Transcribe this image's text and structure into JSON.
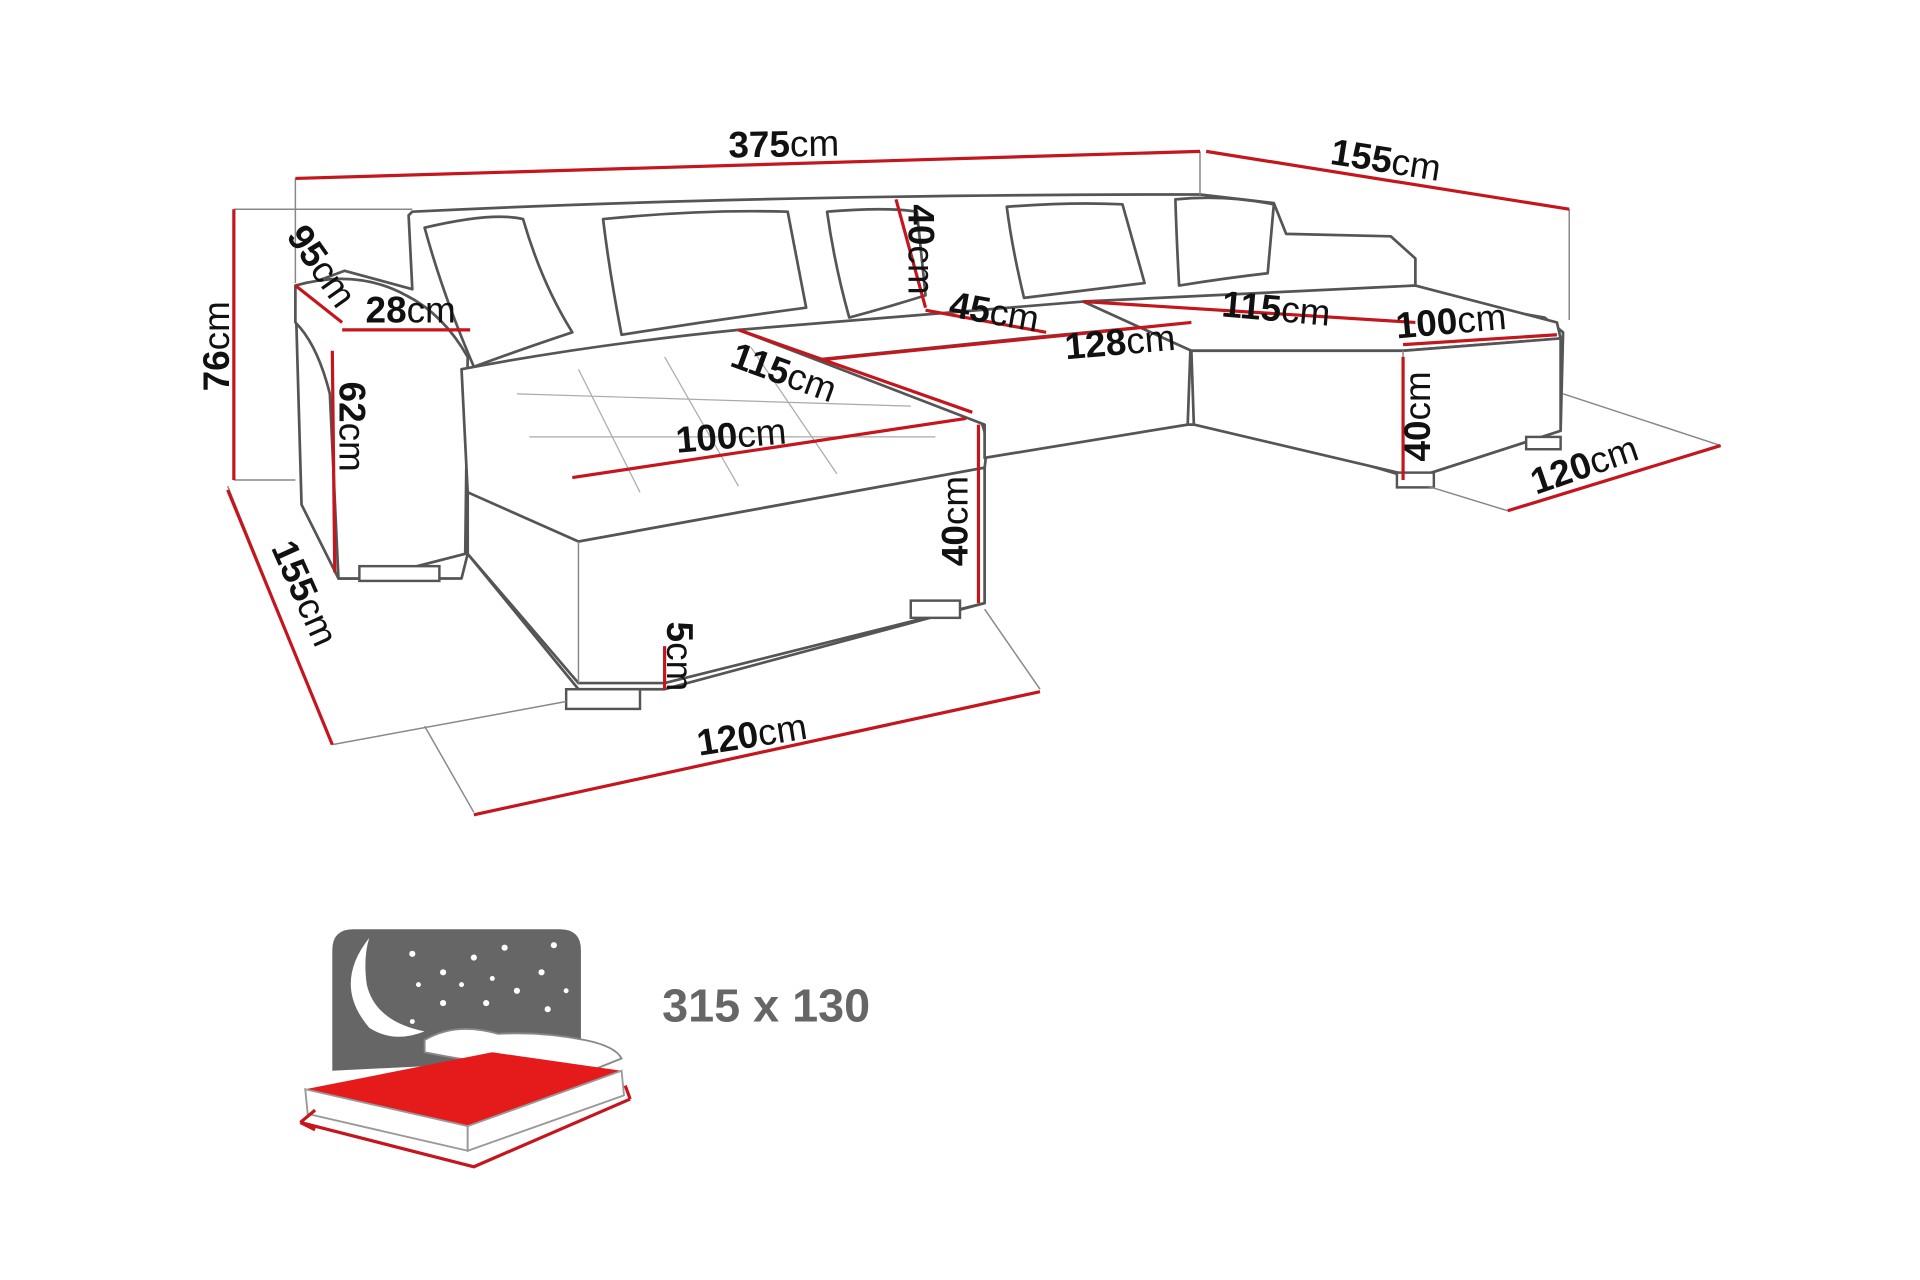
{
  "unit": "cm",
  "dimensions": {
    "total_width": "375",
    "right_depth": "155",
    "height": "76",
    "arm_depth": "95",
    "arm_width": "28",
    "arm_height": "62",
    "left_depth": "155",
    "left_chaise_length": "115",
    "left_chaise_seat": "100",
    "seat_height": "40",
    "leg_height": "5",
    "left_chaise_width": "120",
    "back_height": "40",
    "back_depth": "45",
    "middle_width": "128",
    "right_chaise_length": "115",
    "right_chaise_seat": "100",
    "right_seat_height": "40",
    "right_chaise_width": "120"
  },
  "sleeping_area": {
    "icon": "bed-night-icon",
    "label": "315 x 130"
  },
  "colors": {
    "accent": "#c4161c",
    "icon_gray": "#666666"
  }
}
